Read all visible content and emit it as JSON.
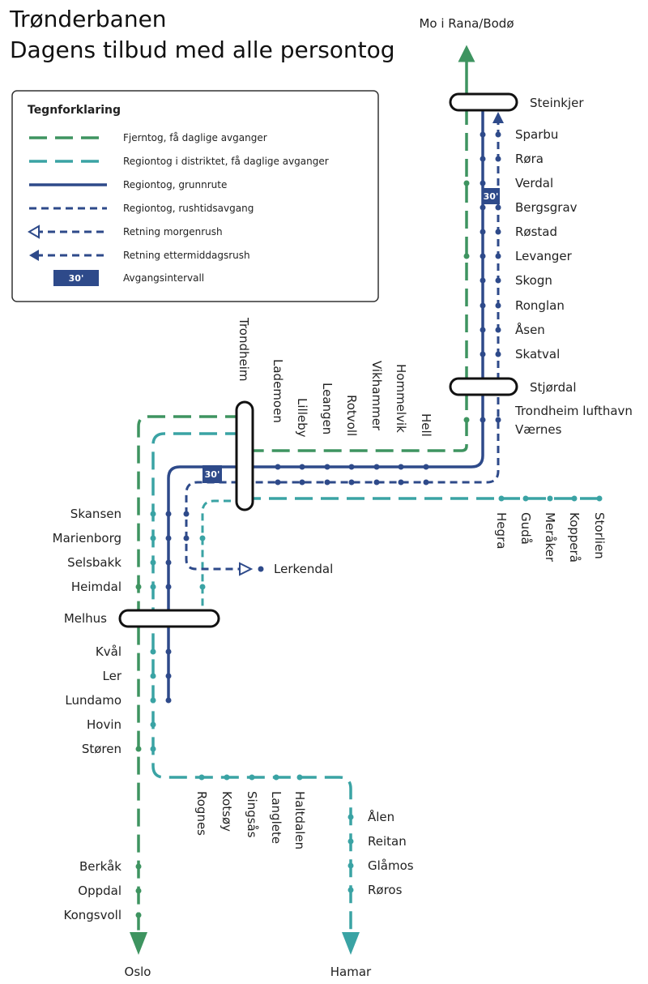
{
  "title_line1": "Trønderbanen",
  "title_line2": "Dagens tilbud med alle persontog",
  "colors": {
    "fjerntog": "#3e9460",
    "regiontog_distrikt": "#3aa3a4",
    "regiontog": "#2e4a8a"
  },
  "legend": {
    "title": "Tegnforklaring",
    "items": [
      "Fjerntog, få daglige avganger",
      "Regiontog i distriktet, få daglige avganger",
      "Regiontog, grunnrute",
      "Regiontog, rushtidsavgang",
      "Retning morgenrush",
      "Retning ettermiddagsrush",
      "Avgangsintervall"
    ],
    "badge": "30'"
  },
  "destinations": {
    "north": "Mo i Rana/Bodø",
    "south_left": "Oslo",
    "south_right": "Hamar"
  },
  "badges": {
    "north": "30'",
    "center": "30'"
  },
  "stations": {
    "steinkjer": "Steinkjer",
    "north_line": [
      "Sparbu",
      "Røra",
      "Verdal",
      "Bergsgrav",
      "Røstad",
      "Levanger",
      "Skogn",
      "Ronglan",
      "Åsen",
      "Skatval"
    ],
    "stjordal": "Stjørdal",
    "airport": [
      "Trondheim lufthavn",
      "Værnes"
    ],
    "trondheim": "Trondheim",
    "east_of_trondheim": [
      "Lademoen",
      "Lilleby",
      "Leangen",
      "Rotvoll",
      "Vikhammer",
      "Hommelvik",
      "Hell"
    ],
    "meraker_line": [
      "Hegra",
      "Gudå",
      "Meråker",
      "Kopperå",
      "Storlien"
    ],
    "lerkendal": "Lerkendal",
    "south_upper": [
      "Skansen",
      "Marienborg",
      "Selsbakk",
      "Heimdal"
    ],
    "melhus": "Melhus",
    "south_lower": [
      "Kvål",
      "Ler",
      "Lundamo",
      "Hovin",
      "Støren"
    ],
    "rorosbanen_vertical": [
      "Rognes",
      "Kotsøy",
      "Singsås",
      "Langlete",
      "Haltdalen"
    ],
    "rorosbanen": [
      "Ålen",
      "Reitan",
      "Glåmos",
      "Røros"
    ],
    "dovrebanen": [
      "Berkåk",
      "Oppdal",
      "Kongsvoll"
    ]
  }
}
